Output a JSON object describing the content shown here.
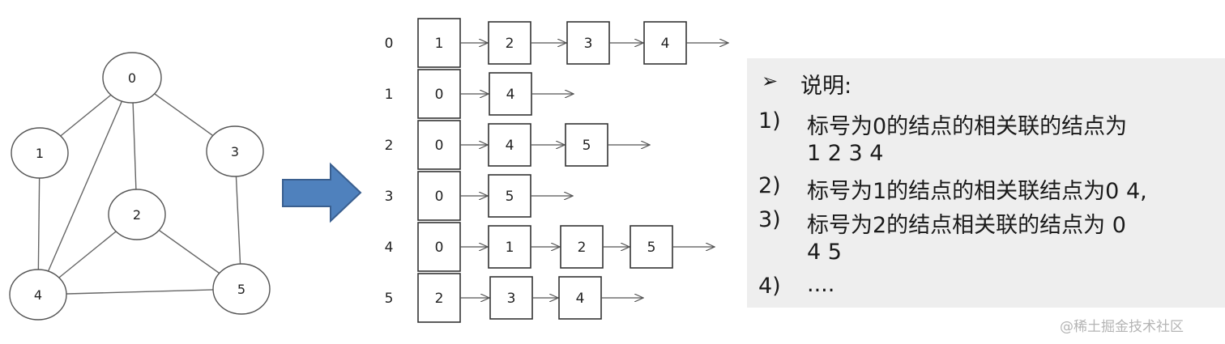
{
  "graph": {
    "nodes": [
      "0",
      "1",
      "2",
      "3",
      "4",
      "5"
    ],
    "edges": [
      [
        "0",
        "1"
      ],
      [
        "0",
        "3"
      ],
      [
        "0",
        "2"
      ],
      [
        "0",
        "4"
      ],
      [
        "1",
        "4"
      ],
      [
        "2",
        "4"
      ],
      [
        "2",
        "5"
      ],
      [
        "3",
        "5"
      ],
      [
        "4",
        "5"
      ]
    ]
  },
  "adjacency": {
    "rows": [
      {
        "index": "0",
        "head": "1",
        "neighbors": [
          "2",
          "3",
          "4"
        ]
      },
      {
        "index": "1",
        "head": "0",
        "neighbors": [
          "4"
        ]
      },
      {
        "index": "2",
        "head": "0",
        "neighbors": [
          "4",
          "5"
        ]
      },
      {
        "index": "3",
        "head": "0",
        "neighbors": [
          "5"
        ]
      },
      {
        "index": "4",
        "head": "0",
        "neighbors": [
          "1",
          "2",
          "5"
        ]
      },
      {
        "index": "5",
        "head": "2",
        "neighbors": [
          "3",
          "4"
        ]
      }
    ]
  },
  "notes": {
    "bullet": "➢",
    "heading": "说明:",
    "items": [
      {
        "num": "1)",
        "text": "标号为0的结点的相关联的结点为",
        "cont": "1 2 3 4"
      },
      {
        "num": "2)",
        "text": "标号为1的结点的相关联结点为0 4,"
      },
      {
        "num": "3)",
        "text": "标号为2的结点相关联的结点为 0",
        "cont": "4 5"
      },
      {
        "num": "4)",
        "text": "...."
      }
    ]
  },
  "watermark": "@稀土掘金技术社区",
  "colors": {
    "arrow_fill": "#4f81bd",
    "arrow_stroke": "#3a5f8f",
    "panel_bg": "#eeeeee",
    "line": "#555555"
  }
}
